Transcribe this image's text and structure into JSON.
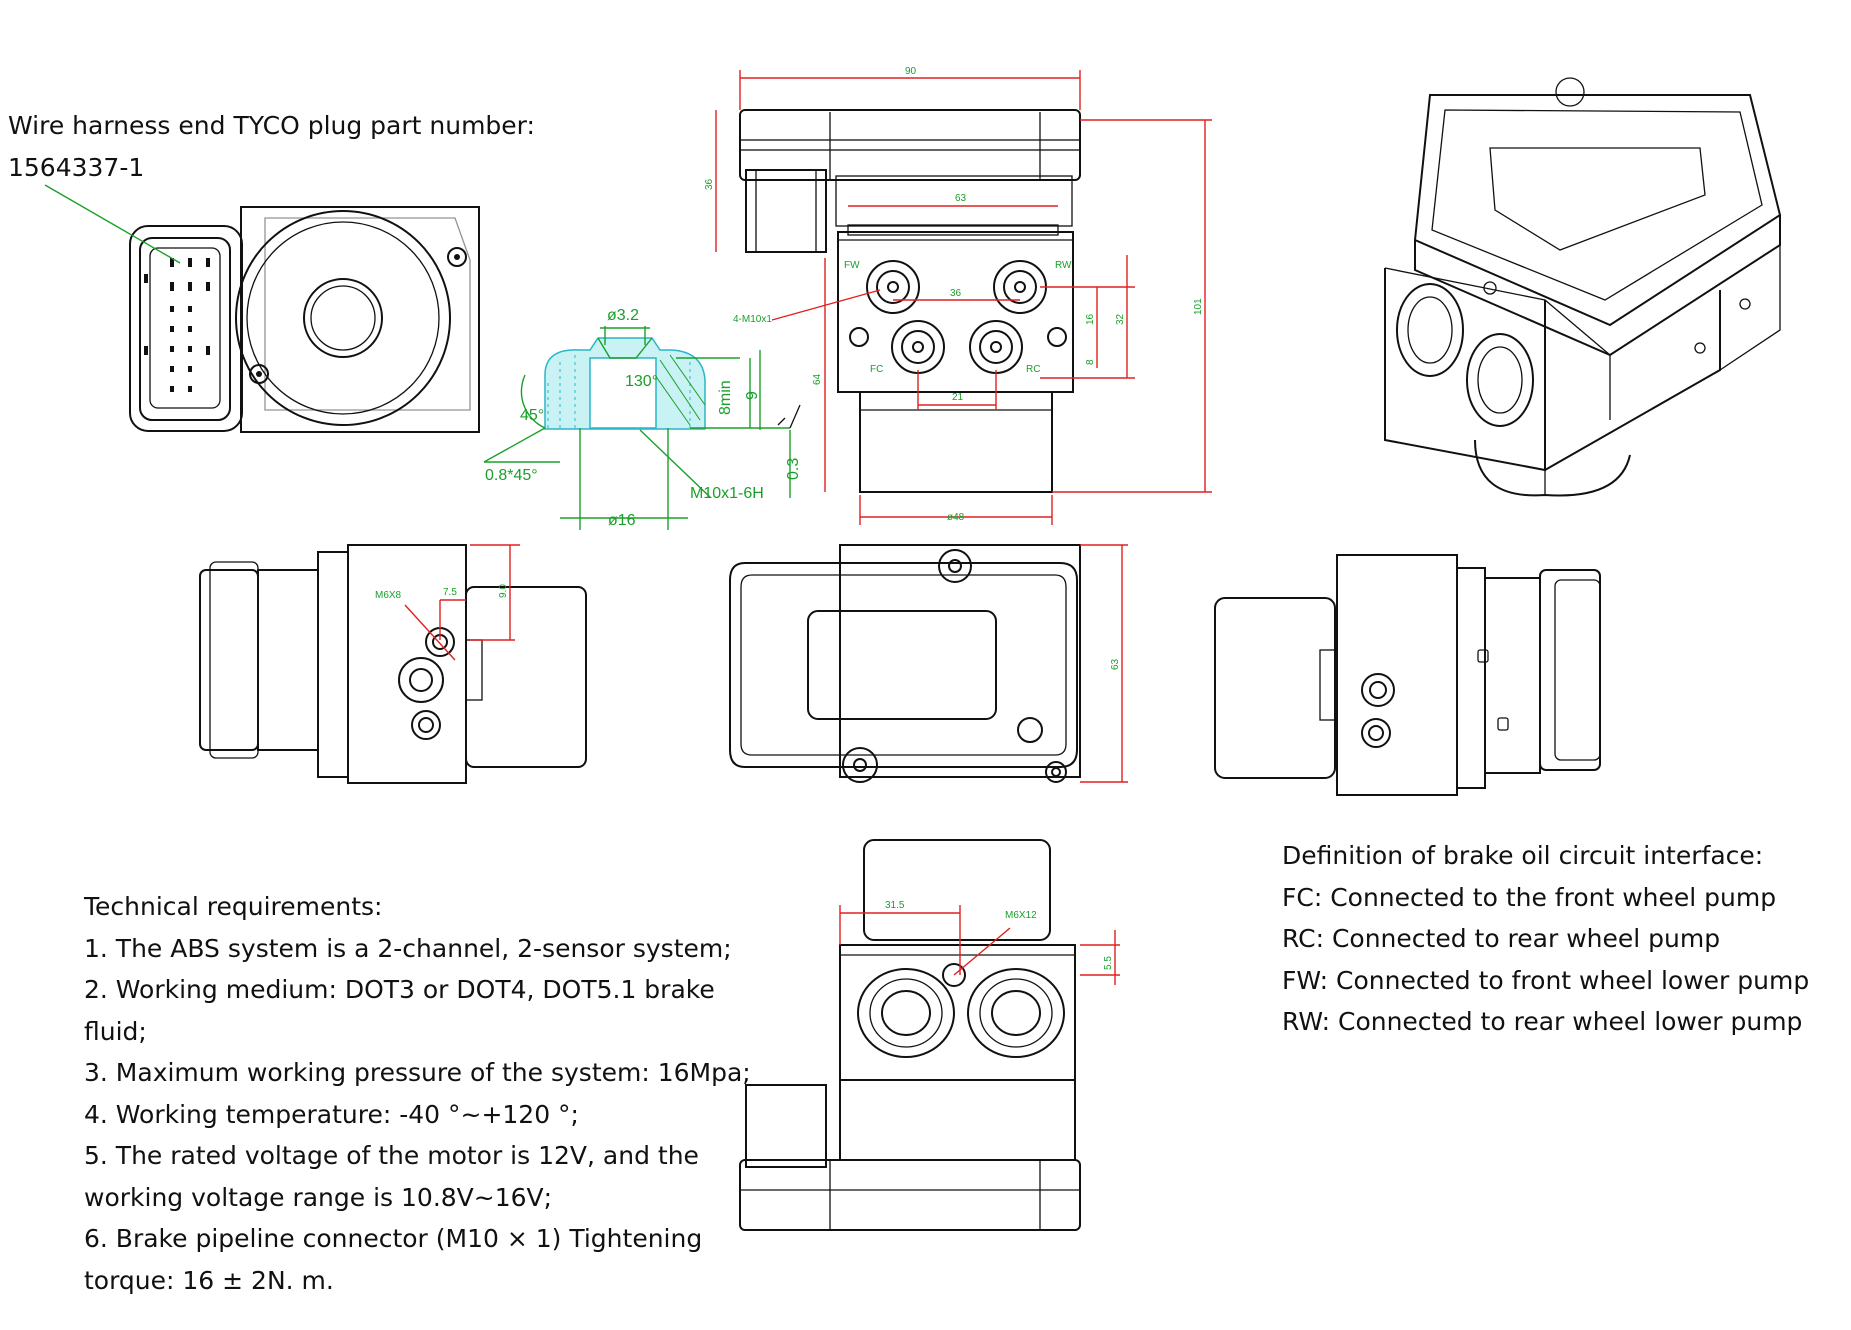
{
  "harness": {
    "line1": "Wire harness end TYCO plug part number:",
    "line2": "1564337-1"
  },
  "tech": {
    "heading": "Technical requirements:",
    "lines": [
      "1. The ABS system is a 2-channel, 2-sensor system;",
      "2. Working medium: DOT3 or DOT4, DOT5.1 brake",
      "fluid;",
      "3. Maximum working pressure of the system: 16Mpa;",
      "4. Working temperature: -40 °~+120 °;",
      "5. The rated voltage of the motor is 12V, and the",
      "working voltage range is 10.8V~16V;",
      "6. Brake pipeline connector (M10 × 1) Tightening",
      "torque: 16 ± 2N. m."
    ]
  },
  "brake": {
    "heading": "Definition of brake oil circuit interface:",
    "lines": [
      "FC: Connected to the front wheel pump",
      "RC: Connected to rear wheel pump",
      "FW: Connected to front wheel lower pump",
      "RW: Connected to rear wheel lower pump"
    ]
  },
  "section_dims": {
    "d32": "ø3.2",
    "a30": "130°",
    "a45": "45°",
    "chamfer": "0.8*45°",
    "min8": "8min",
    "nine": "9",
    "r03": "0.3",
    "thread": "M10x1-6H",
    "d16": "ø16"
  },
  "top_dims": {
    "w90": "90",
    "h36": "36",
    "w63": "63",
    "h101": "101",
    "v64": "64",
    "w36": "36",
    "v16": "16",
    "v32": "32",
    "v8": "8",
    "w21": "21",
    "d48": "ø48",
    "m10": "4-M10x1",
    "fw": "FW",
    "rw": "RW",
    "fc": "FC",
    "rc": "RC"
  },
  "side_dims": {
    "m6": "M6X8",
    "d75": "7.5",
    "d90": "9.0",
    "d63": "63",
    "d315": "31.5",
    "m6b": "M6X12",
    "d55": "5.5"
  }
}
